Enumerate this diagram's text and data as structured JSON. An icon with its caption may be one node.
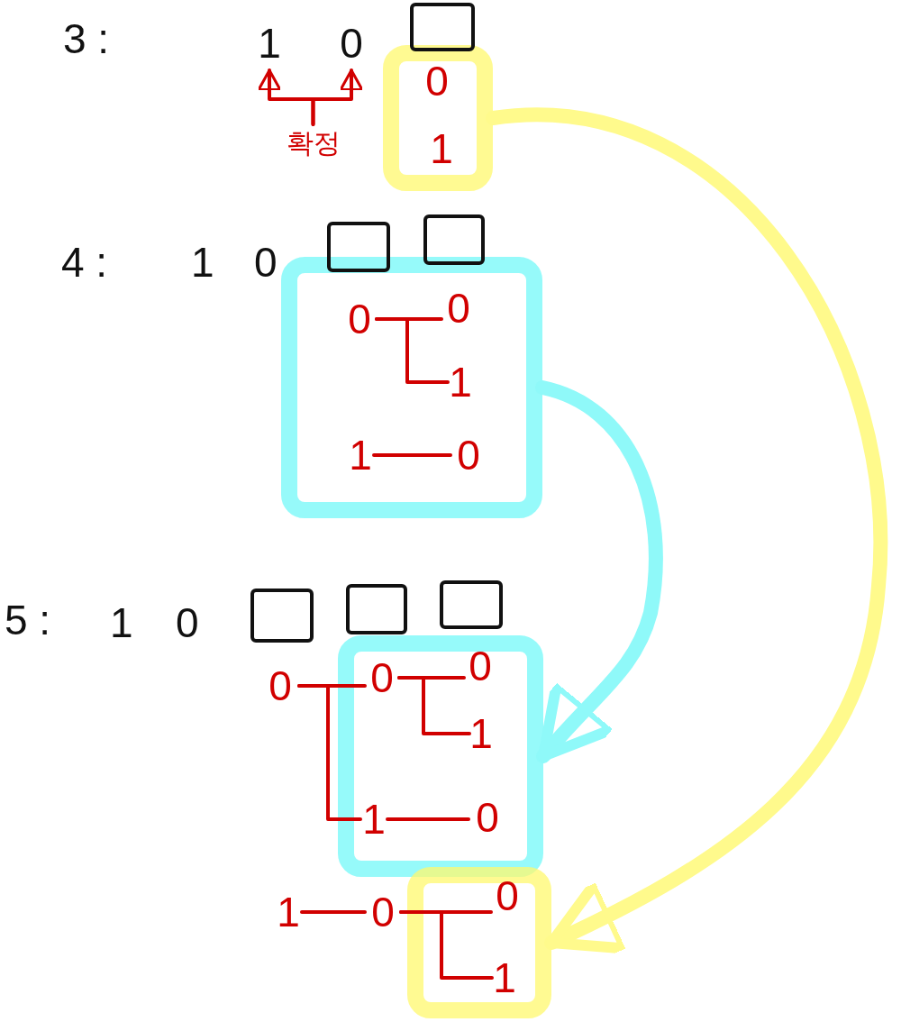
{
  "diagram": {
    "nodes": [
      {
        "text": [
          "1"
        ]
      },
      {
        "text": [
          "0"
        ]
      },
      {
        "text": [
          "확정"
        ]
      },
      {
        "text": [],
        "shape": "box"
      },
      {
        "text": [
          "0"
        ],
        "in": 3
      },
      {
        "text": [
          "1"
        ],
        "in": 3
      },
      {
        "text": [],
        "shape": "box"
      },
      {
        "text": [
          "0"
        ],
        "in": 6
      },
      {
        "text": [
          "0"
        ],
        "in": 6
      },
      {
        "text": [
          "1"
        ],
        "in": 6
      },
      {
        "text": [
          "1"
        ],
        "in": 6
      },
      {
        "text": [
          "0"
        ],
        "in": 6
      },
      {
        "text": [
          "0"
        ]
      },
      {
        "text": [],
        "shape": "box"
      },
      {
        "text": [
          "0"
        ],
        "in": 13
      },
      {
        "text": [
          "0"
        ],
        "in": 13
      },
      {
        "text": [
          "1"
        ],
        "in": 13
      },
      {
        "text": [
          "1"
        ],
        "in": 13
      },
      {
        "text": [
          "0"
        ],
        "in": 13
      },
      {
        "text": [
          "1"
        ]
      },
      {
        "text": [
          "0"
        ]
      },
      {
        "text": [],
        "shape": "box"
      },
      {
        "text": [
          "0"
        ],
        "in": 21
      },
      {
        "text": [
          "1"
        ],
        "in": 21
      }
    ],
    "edges": [
      {
        "from": 2,
        "to": 0,
        "arrow": "to"
      },
      {
        "from": 2,
        "to": 1,
        "arrow": "to"
      },
      {
        "from": 3,
        "to": 21,
        "arrow": "to",
        "style": "thick",
        "color": "#fffa8c"
      },
      {
        "from": 7,
        "to": 8,
        "arrow": "none"
      },
      {
        "from": 7,
        "to": 9,
        "arrow": "none"
      },
      {
        "from": 10,
        "to": 11,
        "arrow": "none"
      },
      {
        "from": 6,
        "to": 13,
        "arrow": "to",
        "style": "thick",
        "color": "#8ff9f9"
      },
      {
        "from": 12,
        "to": 14,
        "arrow": "none"
      },
      {
        "from": 12,
        "to": 17,
        "arrow": "none"
      },
      {
        "from": 14,
        "to": 15,
        "arrow": "none"
      },
      {
        "from": 14,
        "to": 16,
        "arrow": "none"
      },
      {
        "from": 17,
        "to": 18,
        "arrow": "none"
      },
      {
        "from": 19,
        "to": 20,
        "arrow": "none"
      },
      {
        "from": 20,
        "to": 22,
        "arrow": "none"
      },
      {
        "from": 20,
        "to": 23,
        "arrow": "none"
      }
    ],
    "labels": [
      "3 :",
      "4 :",
      "1",
      "0",
      "5 :",
      "1",
      "0"
    ]
  }
}
